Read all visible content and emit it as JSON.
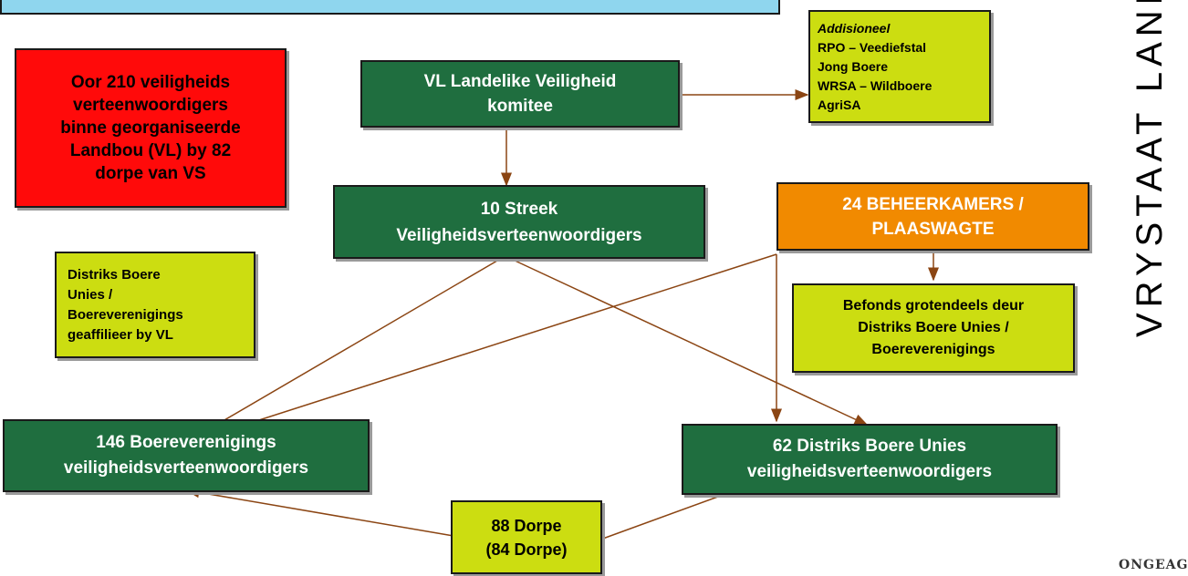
{
  "vertical_label": "VRYSTAAT LANDBO",
  "corner_logo": "ONGEAG",
  "nodes": {
    "red_note": [
      "Oor 210 veiligheids",
      "verteenwoordigers",
      "binne georganiseerde",
      "Landbou (VL) by 82",
      "dorpe van VS"
    ],
    "committee": [
      "VL Landelike Veiligheid",
      "komitee"
    ],
    "additional": [
      "Addisioneel",
      "RPO – Veediefstal",
      "Jong Boere",
      "WRSA – Wildboere",
      "AgriSA"
    ],
    "regional": [
      "10 Streek",
      "Veiligheidsverteenwoordigers"
    ],
    "control_rooms": [
      "24 BEHEERKAMERS /",
      "PLAASWAGTE"
    ],
    "district_unions_note": [
      "Distriks Boere",
      "Unies /",
      "Boereverenigings",
      "geaffilieer by VL"
    ],
    "funded": [
      "Befonds grotendeels deur",
      "Distriks Boere Unies /",
      "Boereverenigings"
    ],
    "farmers_assoc": [
      "146 Boereverenigings",
      "veiligheidsverteenwoordigers"
    ],
    "district_reps": [
      "62 Distriks Boere Unies",
      "veiligheidsverteenwoordigers"
    ],
    "towns": [
      "88 Dorpe",
      "(84 Dorpe)"
    ]
  },
  "colors": {
    "dark_green": "#1f6e3f",
    "lime": "#ccdd11",
    "red": "#ff0a0a",
    "orange": "#f18a00",
    "arrow": "#8b4513"
  }
}
